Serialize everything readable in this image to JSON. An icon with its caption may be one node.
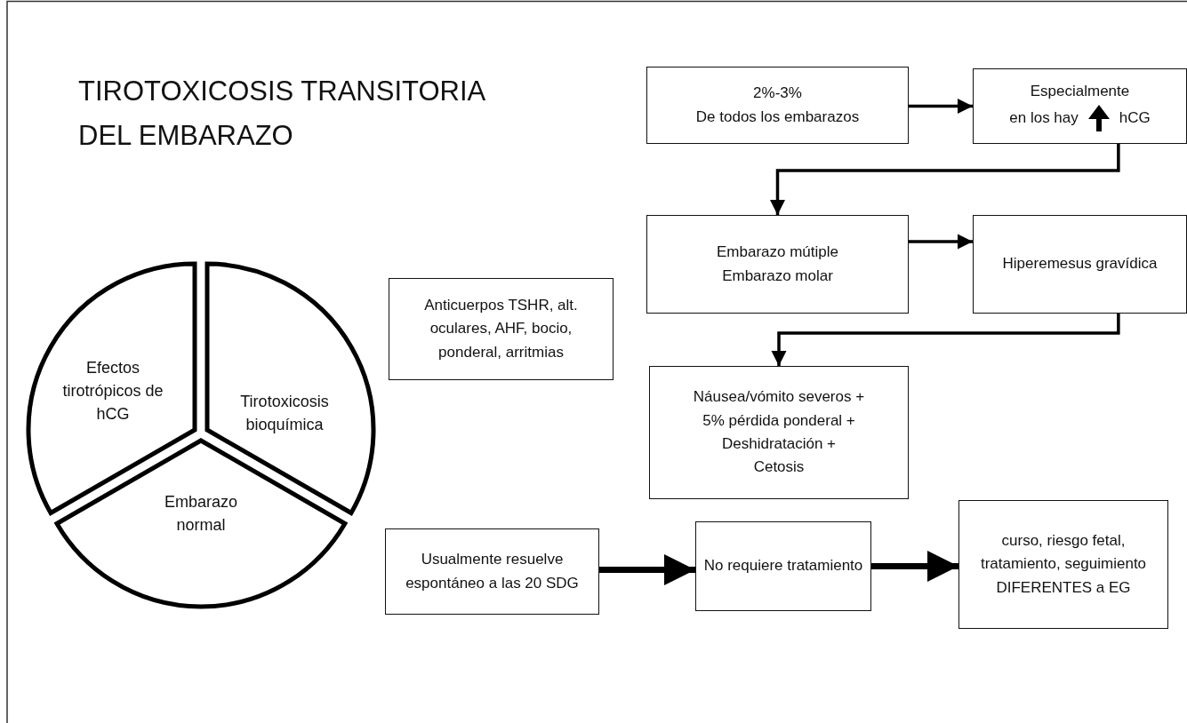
{
  "diagram": {
    "title": "TIROTOXICOSIS TRANSITORIA DEL EMBARAZO",
    "nodes": [
      {
        "text": [
          "Efectos tirotrópicos de hCG"
        ]
      },
      {
        "text": [
          "Tirotoxicosis bioquímica"
        ]
      },
      {
        "text": [
          "Embarazo normal"
        ]
      },
      {
        "text": [
          "Anticuerpos TSHR, alt. oculares, AHF, bocio, ponderal, arritmias"
        ]
      },
      {
        "text": [
          "2%-3%",
          "De todos los embarazos"
        ]
      },
      {
        "text": [
          "Especialmente",
          "en los hay",
          "hCG"
        ]
      },
      {
        "text": [
          "Embarazo mútiple",
          "Embarazo molar"
        ]
      },
      {
        "text": [
          "Hiperemesus gravídica"
        ]
      },
      {
        "text": [
          "Náusea/vómito severos +",
          "5% pérdida ponderal +",
          "Deshidratación +",
          "Cetosis"
        ]
      },
      {
        "text": [
          "Usualmente resuelve espontáneo a las 20 SDG"
        ]
      },
      {
        "text": [
          "No requiere tratamiento"
        ]
      },
      {
        "text": [
          "curso, riesgo fetal, tratamiento, seguimiento DIFERENTES a EG"
        ]
      }
    ],
    "edges": [
      {
        "from": 4,
        "to": 5,
        "arrow": "to"
      },
      {
        "from": 5,
        "to": 6,
        "arrow": "to"
      },
      {
        "from": 6,
        "to": 7,
        "arrow": "to"
      },
      {
        "from": 7,
        "to": 8,
        "arrow": "to"
      },
      {
        "from": 9,
        "to": 10,
        "arrow": "to",
        "style": "thick"
      },
      {
        "from": 10,
        "to": 11,
        "arrow": "to",
        "style": "thick"
      }
    ]
  }
}
